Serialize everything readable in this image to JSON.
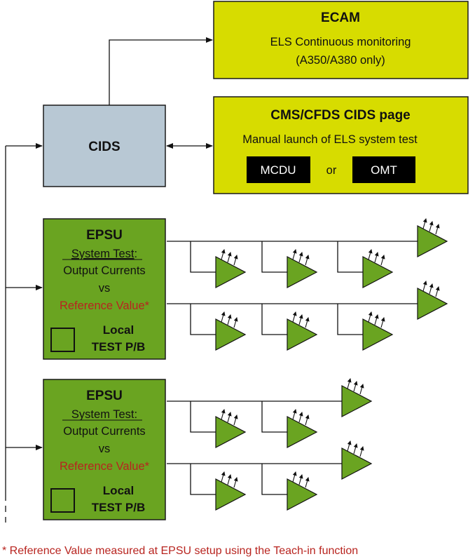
{
  "ecam": {
    "title": "ECAM",
    "line1": "ELS Continuous monitoring",
    "line2": "(A350/A380 only)"
  },
  "cms": {
    "title": "CMS/CFDS CIDS page",
    "line1": "Manual launch of ELS system test",
    "mcdu": "MCDU",
    "or": "or",
    "omt": "OMT"
  },
  "cids": {
    "title": "CIDS"
  },
  "epsu": [
    {
      "title": "EPSU",
      "system_test": "System Test",
      "colon": ":",
      "output": "Output Currents",
      "vs": "vs",
      "reference": "Reference Value*",
      "local": "Local",
      "test_pb": "TEST P/B"
    },
    {
      "title": "EPSU",
      "system_test": "System Test",
      "colon": ":",
      "output": "Output Currents",
      "vs": "vs",
      "reference": "Reference Value*",
      "local": "Local",
      "test_pb": "TEST P/B"
    }
  ],
  "footnote": "* Reference Value measured at EPSU setup using the Teach-in function",
  "colors": {
    "yellow": "#d7dc00",
    "grey_blue": "#b8c8d4",
    "green": "#6aa421",
    "red": "#b8241f",
    "black": "#000000"
  }
}
